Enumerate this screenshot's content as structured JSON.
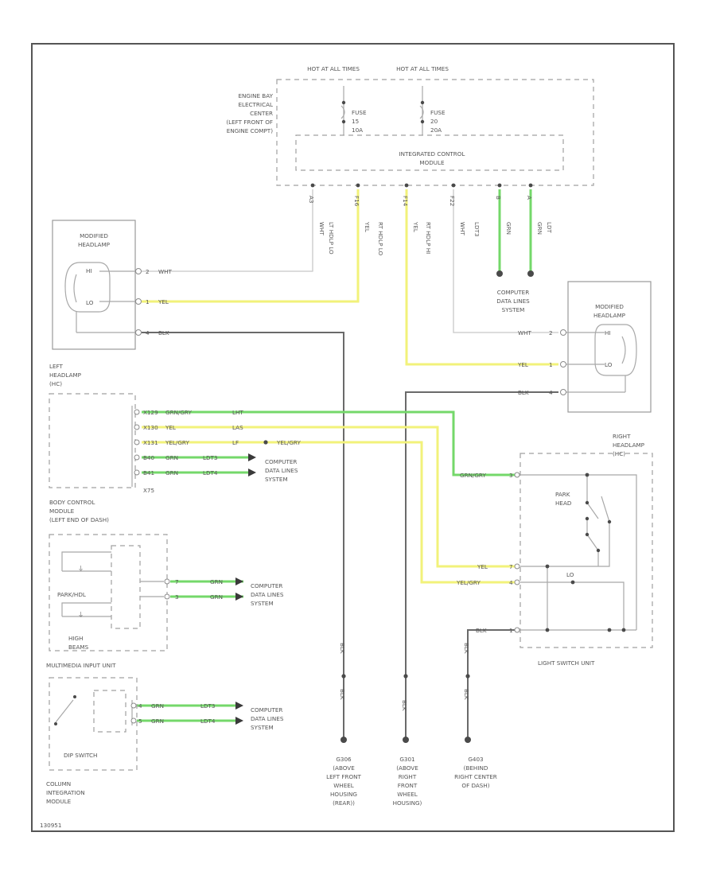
{
  "diagram_id": "130951",
  "engine_bay": {
    "hot_label_1": "HOT AT ALL TIMES",
    "hot_label_2": "HOT AT ALL TIMES",
    "title_lines": [
      "ENGINE BAY",
      "ELECTRICAL",
      "CENTER",
      "(LEFT FRONT OF",
      "ENGINE COMPT)"
    ],
    "fuse_1": [
      "FUSE",
      "15",
      "10A"
    ],
    "fuse_2": [
      "FUSE",
      "20",
      "20A"
    ],
    "module_lines": [
      "INTEGRATED CONTROL",
      "MODULE"
    ]
  },
  "vertical_wires": [
    {
      "pin": "A3",
      "color": "WHT",
      "circuit": ""
    },
    {
      "pin": "F16",
      "color": "YEL",
      "circuit": "LT HDLP LO"
    },
    {
      "pin": "F14",
      "color": "YEL",
      "circuit": "RT HDLP LO"
    },
    {
      "pin": "F22",
      "color": "WHT",
      "circuit": "RT HDLP HI"
    },
    {
      "pin": "B",
      "color": "GRN",
      "circuit": "LDT3"
    },
    {
      "pin": "A",
      "color": "GRN",
      "circuit": "LDT"
    }
  ],
  "computer_data_top": [
    "COMPUTER",
    "DATA LINES",
    "SYSTEM"
  ],
  "left_headlamp": {
    "title": [
      "MODIFIED",
      "HEADLAMP"
    ],
    "hi": "HI",
    "lo": "LO",
    "pins": [
      {
        "pin": "2",
        "color": "WHT"
      },
      {
        "pin": "1",
        "color": "YEL"
      },
      {
        "pin": "4",
        "color": "BLK"
      }
    ],
    "label": [
      "LEFT",
      "HEADLAMP",
      "(HC)"
    ]
  },
  "right_headlamp": {
    "title": [
      "MODIFIED",
      "HEADLAMP"
    ],
    "hi": "HI",
    "lo": "LO",
    "pins": [
      {
        "pin": "2",
        "color": "WHT"
      },
      {
        "pin": "1",
        "color": "YEL"
      },
      {
        "pin": "4",
        "color": "BLK"
      }
    ],
    "label": [
      "RIGHT",
      "HEADLAMP",
      "(HC)"
    ]
  },
  "bcm": {
    "connector_rows": [
      {
        "pin": "X129",
        "color": "GRN/GRY",
        "circuit": "LHT"
      },
      {
        "pin": "X130",
        "color": "YEL",
        "circuit": "LAS"
      },
      {
        "pin": "X131",
        "color": "YEL/GRY",
        "circuit": "LF"
      },
      {
        "pin": "B40",
        "color": "GRN",
        "circuit": "LDT3"
      },
      {
        "pin": "B41",
        "color": "GRN",
        "circuit": "LDT4"
      }
    ],
    "tap_color": "YEL/GRY",
    "connector_id": "X75",
    "data_label": [
      "COMPUTER",
      "DATA LINES",
      "SYSTEM"
    ],
    "title": [
      "BODY CONTROL",
      "MODULE",
      "(LEFT END OF DASH)"
    ],
    "park_label": "PARK/HDL",
    "high_beam_label": [
      "HIGH",
      "BEAMS"
    ],
    "pins": [
      {
        "pin": "7",
        "color": "GRN"
      },
      {
        "pin": "3",
        "color": "GRN"
      }
    ],
    "data_label_2": [
      "COMPUTER",
      "DATA LINES",
      "SYSTEM"
    ]
  },
  "mrm": {
    "title": "MULTIMEDIA INPUT UNIT",
    "rows": [
      {
        "pin": "4",
        "color": "GRN",
        "circuit": "LDT3"
      },
      {
        "pin": "5",
        "color": "GRN",
        "circuit": "LDT4"
      }
    ],
    "data_label": [
      "COMPUTER",
      "DATA LINES",
      "SYSTEM"
    ],
    "dip_label": "DIP SWITCH",
    "column_label": [
      "COLUMN",
      "INTEGRATION",
      "MODULE"
    ]
  },
  "light_switch": {
    "rows": [
      {
        "pin": "3",
        "color": "GRN/GRY"
      },
      {
        "pin": "7",
        "color": "YEL"
      },
      {
        "pin": "4",
        "color": "YEL/GRY"
      },
      {
        "pin": "1",
        "color": "BLK"
      }
    ],
    "park_head": [
      "PARK",
      "HEAD"
    ],
    "lo_label": "LO",
    "title": "LIGHT SWITCH UNIT"
  },
  "grounds": [
    {
      "wire": "BLK",
      "wire_lower": "BLK",
      "label": [
        "G306",
        "(ABOVE",
        "LEFT FRONT",
        "WHEEL",
        "HOUSING",
        "(REAR))"
      ]
    },
    {
      "wire": "",
      "wire_lower": "BLK",
      "label": [
        "G301",
        "(ABOVE",
        "RIGHT",
        "FRONT",
        "WHEEL",
        "HOUSING)"
      ]
    },
    {
      "wire": "BLK",
      "wire_lower": "BLK",
      "label": [
        "G403",
        "(BEHIND",
        "RIGHT CENTER",
        "OF DASH)"
      ]
    }
  ]
}
